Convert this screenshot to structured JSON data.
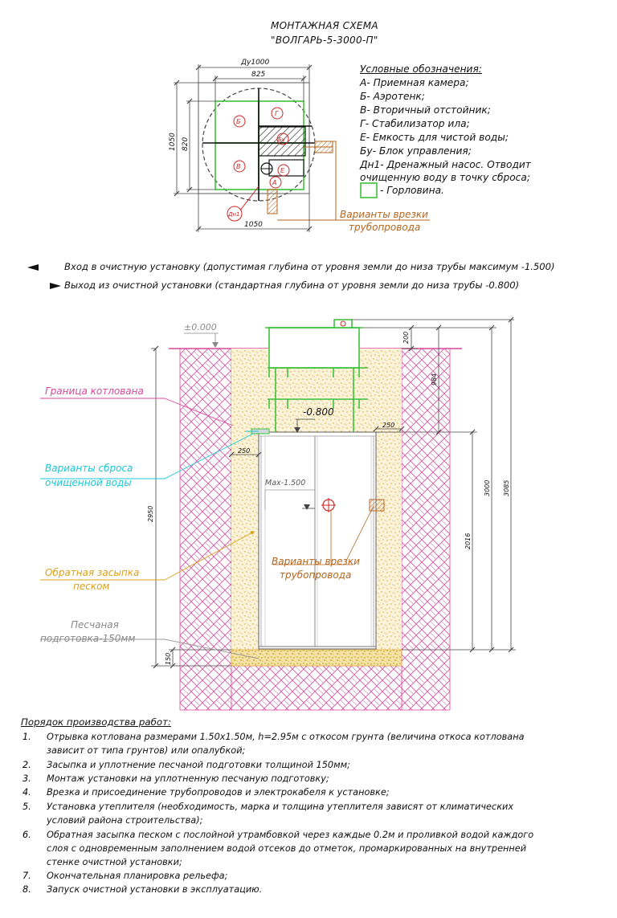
{
  "header": {
    "title_line1": "МОНТАЖНАЯ СХЕМА",
    "title_line2": "\"ВОЛГАРЬ-5-3000-П\""
  },
  "plan_view": {
    "dim_du": "Ду1000",
    "dim_825": "825",
    "dim_1050_left": "1050",
    "dim_820": "820",
    "dim_1050_bottom": "1050",
    "compartments": {
      "b": "Б",
      "g": "Г",
      "v": "В",
      "e": "Е",
      "a": "А",
      "bu": "Бу",
      "dn1": "Дн1"
    },
    "pipe_variants_line1": "Варианты врезки",
    "pipe_variants_line2": "трубопровода"
  },
  "legend": {
    "heading": "Условные обозначения:",
    "items": [
      "А- Приемная камера;",
      "Б- Аэротенк;",
      "В- Вторичный отстойник;",
      "Г- Стабилизатор ила;",
      "Е- Емкость для чистой воды;",
      "Бу- Блок управления;",
      "Дн1- Дренажный насос. Отводит",
      "очищенную воду в точку сброса;"
    ],
    "neck": "- Горловина.",
    "neck_color": "#3ec23e"
  },
  "flow_notes": {
    "inlet": "Вход в очистную установку (допустимая глубина от уровня земли до низа трубы максимум -1.500)",
    "outlet": "Выход из очистной установки (стандартная глубина от уровня земли до низа трубы -0.800)"
  },
  "section_view": {
    "level_zero": "±0.000",
    "level_outlet": "-0.800",
    "level_max": "Max-1.500",
    "dim_200": "200",
    "dim_984": "984",
    "dim_3000": "3000",
    "dim_3085": "3085",
    "dim_2016": "2016",
    "dim_2950": "2950",
    "dim_150": "150",
    "dim_250_left": "250",
    "dim_250_right": "250",
    "label_pit_border": "Граница котлована",
    "label_discharge_line1": "Варианты сброса",
    "label_discharge_line2": "очищенной воды",
    "label_backfill_line1": "Обратная засыпка",
    "label_backfill_line2": "песком",
    "label_sand_line1": "Песчаная",
    "label_sand_line2": "подготовка-150мм",
    "label_pipe_line1": "Варианты врезки",
    "label_pipe_line2": "трубопровода",
    "colors": {
      "pit_border": "#d9479b",
      "discharge": "#19c7d6",
      "backfill": "#d9a21b",
      "sand_label": "#8a8a8a",
      "pipe_label": "#b5651d",
      "unit_green": "#3ec23e"
    }
  },
  "works": {
    "heading": "Порядок производства работ:",
    "items": [
      {
        "num": "1.",
        "lines": [
          "Отрывка котлована размерами 1.50х1.50м, h=2.95м с откосом грунта (величина откоса котлована",
          "зависит от типа грунтов) или опалубкой;"
        ]
      },
      {
        "num": "2.",
        "lines": [
          "Засыпка и уплотнение песчаной подготовки толщиной 150мм;"
        ]
      },
      {
        "num": "3.",
        "lines": [
          "Монтаж установки на уплотненную песчаную подготовку;"
        ]
      },
      {
        "num": "4.",
        "lines": [
          "Врезка и присоединение трубопроводов и электрокабеля к установке;"
        ]
      },
      {
        "num": "5.",
        "lines": [
          "Установка утеплителя (необходимость, марка и толщина утеплителя зависят от климатических",
          "условий района строительства);"
        ]
      },
      {
        "num": "6.",
        "lines": [
          "Обратная засыпка песком с послойной утрамбовкой через каждые 0.2м и проливкой водой каждого",
          "слоя с одновременным заполнением водой отсеков до отметок, промаркированных на внутренней",
          "стенке очистной установки;"
        ]
      },
      {
        "num": "7.",
        "lines": [
          "Окончательная планировка рельефа;"
        ]
      },
      {
        "num": "8.",
        "lines": [
          "Запуск очистной установки в эксплуатацию."
        ]
      }
    ]
  }
}
